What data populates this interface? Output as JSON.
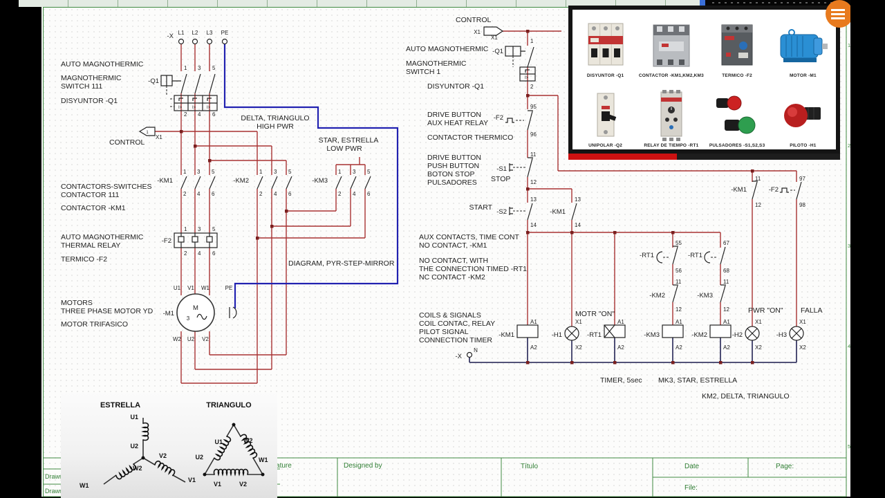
{
  "p": {
    "b1a": "AUTO MAGNOTHERMIC",
    "b1b": "MAGNOTHERMIC",
    "b1c": "SWITCH 111",
    "b1d": "DISYUNTOR -Q1",
    "control": "CONTROL",
    "b2a": "CONTACTORS-SWITCHES",
    "b2b": "CONTACTOR 111",
    "b2c": "CONTACTOR -KM1",
    "b3a": "AUTO MAGNOTHERMIC",
    "b3b": "THERMAL RELAY",
    "b3c": "TERMICO -F2",
    "b4a": "MOTORS",
    "b4b": "THREE PHASE MOTOR YD",
    "b4c": "MOTOR TRIFASICO",
    "delta1": "DELTA, TRIANGULO",
    "delta2": "HIGH PWR",
    "star1": "STAR, ESTRELLA",
    "star2": "LOW PWR",
    "diag": "DIAGRAM, PYR-STEP-MIRROR",
    "x": "-X",
    "l1": "L1",
    "l2": "L2",
    "l3": "L3",
    "pe": "PE",
    "q1": "-Q1",
    "km1": "-KM1",
    "km2": "-KM2",
    "km3": "-KM3",
    "f2": "-F2",
    "m1": "-M1",
    "ref1": "1",
    "refx1": "X1",
    "n1": "1",
    "n3": "3",
    "n5": "5",
    "n2": "2",
    "n4": "4",
    "n6": "6",
    "ip": "I>",
    "u1": "U1",
    "v1": "V1",
    "w1": "W1",
    "pe2": "PE",
    "w2": "W2",
    "u2": "U2",
    "v2": "V2",
    "mm": "M",
    "m3": "3"
  },
  "c": {
    "control": "CONTROL",
    "x1a": "X1",
    "x1b": "X1",
    "ba": "AUTO MAGNOTHERMIC",
    "bb": "MAGNOTHERMIC",
    "bc": "SWITCH 1",
    "bd": "DISYUNTOR -Q1",
    "q1": "-Q1",
    "n1": "1",
    "n2": "2",
    "ip": "I>",
    "fa": "DRIVE BUTTON",
    "fb": "AUX HEAT RELAY",
    "fc": "CONTACTOR THERMICO",
    "f2": "-F2",
    "n95": "95",
    "n96": "96",
    "sa": "DRIVE BUTTON",
    "sb": "PUSH BUTTON",
    "sc": "BOTON STOP",
    "sd": "PULSADORES",
    "s1": "-S1",
    "stop": "STOP",
    "n11": "11",
    "n12": "12",
    "start": "START",
    "s2": "-S2",
    "n13": "13",
    "n14": "14",
    "km1aux": "-KM1",
    "xa": "AUX CONTACTS, TIME CONT",
    "xb": "NO CONTACT, -KM1",
    "ra": "NO CONTACT, WITH",
    "rb": "THE CONNECTION TIMED -RT1",
    "rc": "NC CONTACT -KM2",
    "rt1a": "-RT1",
    "rt1b": "-RT1",
    "n55": "55",
    "n56": "56",
    "n67": "67",
    "n68": "68",
    "km2nc": "-KM2",
    "km3nc": "-KM3",
    "km1nc": "-KM1",
    "f2no": "-F2",
    "n97": "97",
    "n98": "98",
    "ca": "COILS & SIGNALS",
    "cb": "COIL CONTAC, RELAY",
    "cc": "PILOT SIGNAL",
    "cd": "CONNECTION TIMER",
    "nlab": "N",
    "xlab": "-X",
    "ckm1": "-KM1",
    "ch1": "-H1",
    "crt1": "-RT1",
    "ckm3": "-KM3",
    "ckm2": "-KM2",
    "ch2": "-H2",
    "ch3": "-H3",
    "a1": "A1",
    "a2": "A2",
    "x1": "X1",
    "x2": "X2",
    "motron": "MOTR \"ON\"",
    "pwron": "PWR \"ON\"",
    "falla": "FALLA"
  },
  "n": {
    "timer": "TIMER, 5sec",
    "mk3": "MK3, STAR, ESTRELLA",
    "km2": "KM2, DELTA, TRIANGULO"
  },
  "pnl": {
    "items": [
      "DISYUNTOR -Q1",
      "CONTACTOR -KM1,KM2,KM3",
      "TERMICO -F2",
      "MOTOR -M1",
      "UNIPOLAR -Q2",
      "RELAY DE TIEMPO -RT1",
      "PULSADORES -S1,S2,S3",
      "PILOTO -H1"
    ]
  },
  "ins": {
    "star": "ESTRELLA",
    "delta": "TRIANGULO",
    "su1": "U1",
    "su2": "U2",
    "sv1": "V1",
    "sv2": "V2",
    "sw1": "W1",
    "sw2": "W2",
    "du1": "U1",
    "du2": "U2",
    "dv1": "V1",
    "dv2": "V2",
    "dw1": "W1",
    "dw2": "W2"
  },
  "tb": {
    "signature": "Signature",
    "designed": "Designed by",
    "titulo": "Título",
    "date": "Date",
    "page": "Page:",
    "file": "File:",
    "drawn1": "Drawn",
    "drawn2": "Drawn"
  },
  "sht": {
    "rows": [
      "1",
      "2",
      "3",
      "4",
      "5"
    ]
  },
  "colors": {
    "wire_red": "#a83232",
    "wire_blue": "#2121b0",
    "neutral_bus": "#3a3a66",
    "titleblock_green": "#2e7d32",
    "progress_red": "#cc1111",
    "logo_orange": "#e87a1e"
  }
}
